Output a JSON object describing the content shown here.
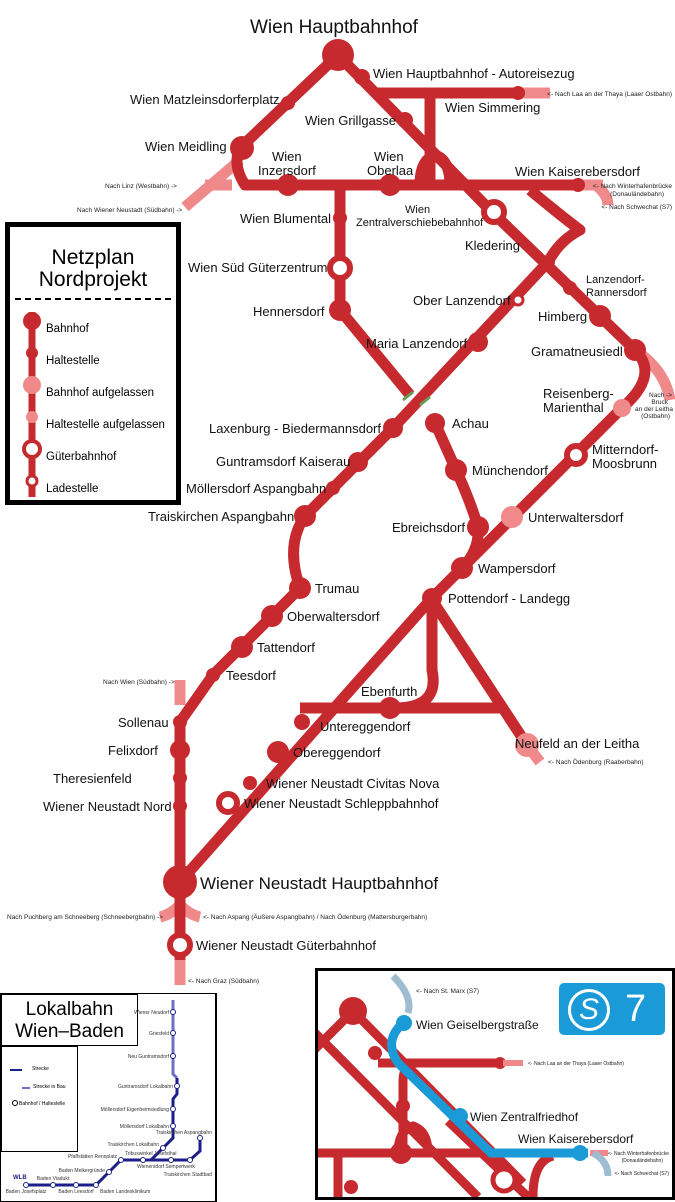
{
  "map": {
    "title": "Wien Hauptbahnhof",
    "stations": {
      "autoreisezug": "Wien Hauptbahnhof - Autoreisezug",
      "matzleinsdorf": "Wien Matzleinsdorferplatz",
      "simmering": "Wien Simmering",
      "grillgasse": "Wien Grillgasse",
      "meidling": "Wien Meidling",
      "inzersdorf_1": "Wien",
      "inzersdorf_2": "Inzersdorf",
      "oberlaa_1": "Wien",
      "oberlaa_2": "Oberlaa",
      "kaiserebersdorf": "Wien Kaiserebersdorf",
      "blumental": "Wien Blumental",
      "zvbf_1": "Wien",
      "zvbf_2": "Zentralverschiebebahnhof",
      "kledering": "Kledering",
      "lanzendorf_1": "Lanzendorf-",
      "lanzendorf_2": "Rannersdorf",
      "sued_gz": "Wien Süd Güterzentrum",
      "ober_lanzendorf": "Ober Lanzendorf",
      "himberg": "Himberg",
      "hennersdorf": "Hennersdorf",
      "maria_lanzendorf": "Maria Lanzendorf",
      "gramatneusiedl": "Gramatneusiedl",
      "reisenberg_1": "Reisenberg-",
      "reisenberg_2": "Marienthal",
      "laxenburg": "Laxenburg - Biedermannsdorf",
      "achau": "Achau",
      "mitterndorf_1": "Mitterndorf-",
      "mitterndorf_2": "Moosbrunn",
      "guntramsdorf": "Guntramsdorf Kaiserau",
      "muenchendorf": "Münchendorf",
      "moellersdorf": "Möllersdorf Aspangbahn",
      "traiskirchen": "Traiskirchen Aspangbahn",
      "unterwaltersdorf": "Unterwaltersdorf",
      "ebreichsdorf": "Ebreichsdorf",
      "wampersdorf": "Wampersdorf",
      "trumau": "Trumau",
      "pottendorf": "Pottendorf - Landegg",
      "oberwaltersdorf": "Oberwaltersdorf",
      "tattendorf": "Tattendorf",
      "teesdorf": "Teesdorf",
      "ebenfurth": "Ebenfurth",
      "untereggendorf": "Untereggendorf",
      "sollenau": "Sollenau",
      "felixdorf": "Felixdorf",
      "obereggendorf": "Obereggendorf",
      "neufeld": "Neufeld an der Leitha",
      "theresienfeld": "Theresienfeld",
      "civitas": "Wiener Neustadt Civitas Nova",
      "schleppbf": "Wiener Neustadt Schleppbahnhof",
      "wn_nord": "Wiener Neustadt Nord",
      "wn_hbf": "Wiener Neustadt Hauptbahnhof",
      "wn_gbf": "Wiener Neustadt Güterbahnhof"
    },
    "connections": {
      "laa": "<- Nach Laa an der Thaya (Laaer Ostbahn)",
      "linz": "Nach Linz (Westbahn) ->",
      "wn_suedbahn": "Nach Wiener Neustadt (Südbahn) ->",
      "winterhafen_1": "<- Nach Winterhafenbrücke",
      "winterhafen_2": "(Donauländebahn)",
      "schwechat": "<- Nach Schwechat (S7)",
      "bruck_1": "Nach ->",
      "bruck_2": "Bruck",
      "bruck_3": "an der Leitha",
      "bruck_4": "(Ostbahn)",
      "wien_suedbahn": "Nach Wien (Südbahn) ->",
      "oedenburg_raab": "<- Nach Ödenburg (Raaberbahn)",
      "puchberg": "Nach Puchberg am Schneeberg (Schneebergbahn) ->",
      "aspang": "<- Nach Aspang (Äußere Aspangbahn) / Nach Ödenburg (Mattersburgerbahn)",
      "graz": "<- Nach Graz (Südbahn)"
    }
  },
  "legend": {
    "title_1": "Netzplan",
    "title_2": "Nordprojekt",
    "items": [
      "Bahnhof",
      "Haltestelle",
      "Bahnhof aufgelassen",
      "Haltestelle aufgelassen",
      "Güterbahnhof",
      "Ladestelle"
    ]
  },
  "lokalbahn": {
    "title_1": "Lokalbahn",
    "title_2": "Wien–Baden",
    "legend": [
      "Strecke",
      "Strecke in Bau",
      "Bahnhof / Haltestelle"
    ],
    "logo": "WLB",
    "stations": [
      "Wiener Neudorf",
      "Griesfeld",
      "Neu Guntramsdorf",
      "Guntramsdorf Lokalbahn",
      "Möllersdorf Eigenheimsiedlung",
      "Möllersdorf Lokalbahn",
      "Traiskirchen Lokalbahn",
      "Traiskirchen Aspangbahn",
      "Tribuswinkel Josefsthal",
      "Wienersdorf Sempertwerk",
      "Traiskirchen Stadtbad",
      "Pfaffstätten Rennplatz",
      "Baden Melkergründe",
      "Baden Viadukt",
      "Baden Josefsplatz",
      "Baden Leesdorf",
      "Baden Landesklinikum"
    ]
  },
  "s7": {
    "badge": "7",
    "stations": [
      "Wien Geiselbergstraße",
      "Wien Zentralfriedhof",
      "Wien Kaiserebersdorf"
    ],
    "connections": {
      "st_marx": "<- Nach St. Marx (S7)",
      "laa": "<- Nach Laa an der Thaya (Laaer Ostbahn)",
      "winterhafen_1": "<- Nach Winterhafenbrücke",
      "winterhafen_2": "(Donauländebahn)",
      "schwechat": "<- Nach Schwechat (S7)"
    }
  },
  "colors": {
    "line": "#c62a2e",
    "closed": "#f08a8a",
    "s7": "#1a9ad6",
    "lokalbahn": "#1c1f8a"
  }
}
